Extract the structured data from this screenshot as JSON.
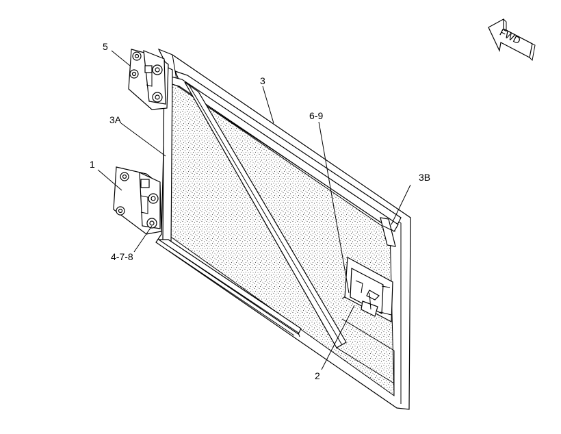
{
  "callouts": {
    "c5": "5",
    "c3": "3",
    "c3a": "3A",
    "c6_9": "6-9",
    "c3b": "3B",
    "c1": "1",
    "c4_7_8": "4-7-8",
    "c2": "2"
  },
  "direction_arrow": {
    "label": "FWD",
    "icon": "forward-arrow-icon"
  },
  "colors": {
    "line": "#000000",
    "background": "#ffffff",
    "stipple": "#555555"
  }
}
